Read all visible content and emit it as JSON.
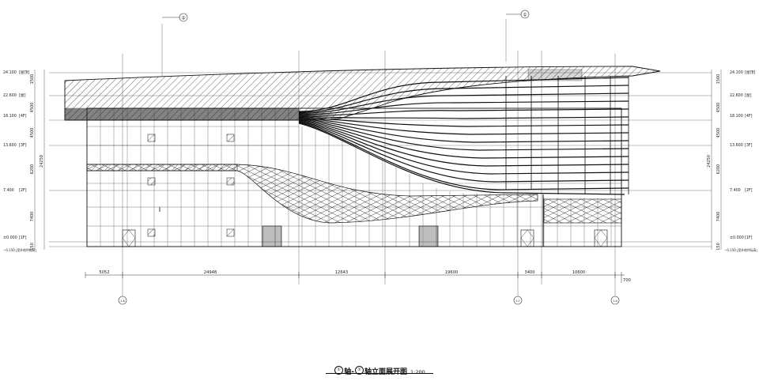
{
  "levels": [
    {
      "id": "roof-top",
      "text": "24.100",
      "note": "[屋顶]"
    },
    {
      "id": "roof",
      "text": "22.600",
      "note": "[屋]"
    },
    {
      "id": "l4",
      "text": "18.100",
      "note": "[4F]"
    },
    {
      "id": "l3",
      "text": "13.600",
      "note": "[3F]"
    },
    {
      "id": "l2",
      "text": "7.400",
      "note": "[2F]"
    },
    {
      "id": "l1",
      "text": "±0.000",
      "note": "[1F]"
    },
    {
      "id": "grade",
      "text": "−0.150",
      "note": "[室外地坪标高]"
    }
  ],
  "vertical_dims_left": [
    "1500",
    "4500",
    "4500",
    "6200",
    "7400",
    "150"
  ],
  "vertical_dims_right": [
    "1500",
    "4500",
    "4500",
    "6200",
    "7400",
    "150"
  ],
  "overall_height": "24250",
  "horizontal_dims": [
    "5052",
    "24948",
    "12643",
    "19600",
    "3400",
    "10600",
    "700"
  ],
  "grid_bubbles_top": [
    "②",
    "①"
  ],
  "grid_bubbles_bottom": [
    "1-K",
    "1-C",
    "1-A"
  ],
  "title": {
    "axis_start": "①",
    "axis_end": "②",
    "text_mid": "轴-",
    "text_end": "轴立面展开图",
    "scale": "1:200"
  },
  "colors": {
    "line": "#111111",
    "grid": "#444444",
    "hatch": "#222222"
  }
}
